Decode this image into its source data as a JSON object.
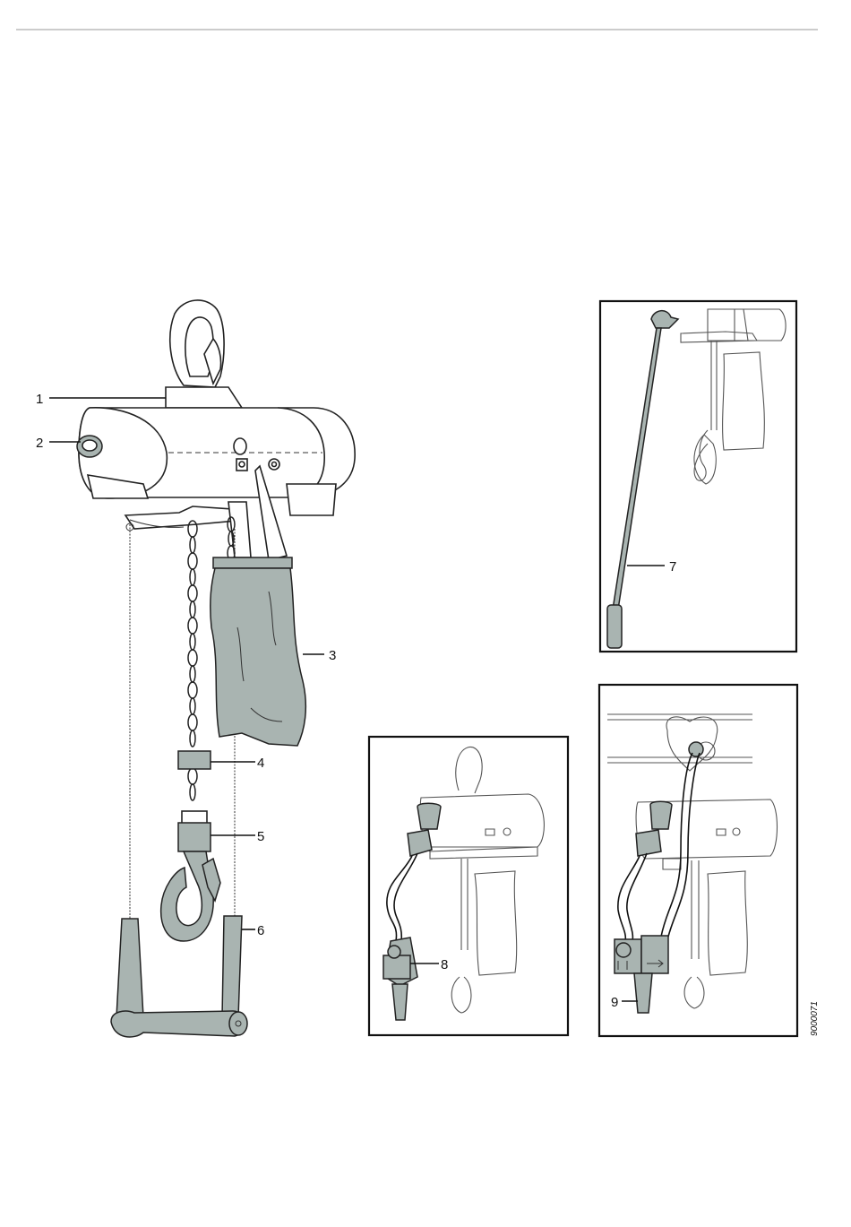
{
  "figure": {
    "callouts": [
      {
        "id": "callout-1",
        "text": "1"
      },
      {
        "id": "callout-2",
        "text": "2"
      },
      {
        "id": "callout-3",
        "text": "3"
      },
      {
        "id": "callout-4",
        "text": "4"
      },
      {
        "id": "callout-5",
        "text": "5"
      },
      {
        "id": "callout-6",
        "text": "6"
      },
      {
        "id": "callout-7",
        "text": "7"
      },
      {
        "id": "callout-8",
        "text": "8"
      },
      {
        "id": "callout-9",
        "text": "9"
      }
    ],
    "figure_code": "9000071"
  }
}
